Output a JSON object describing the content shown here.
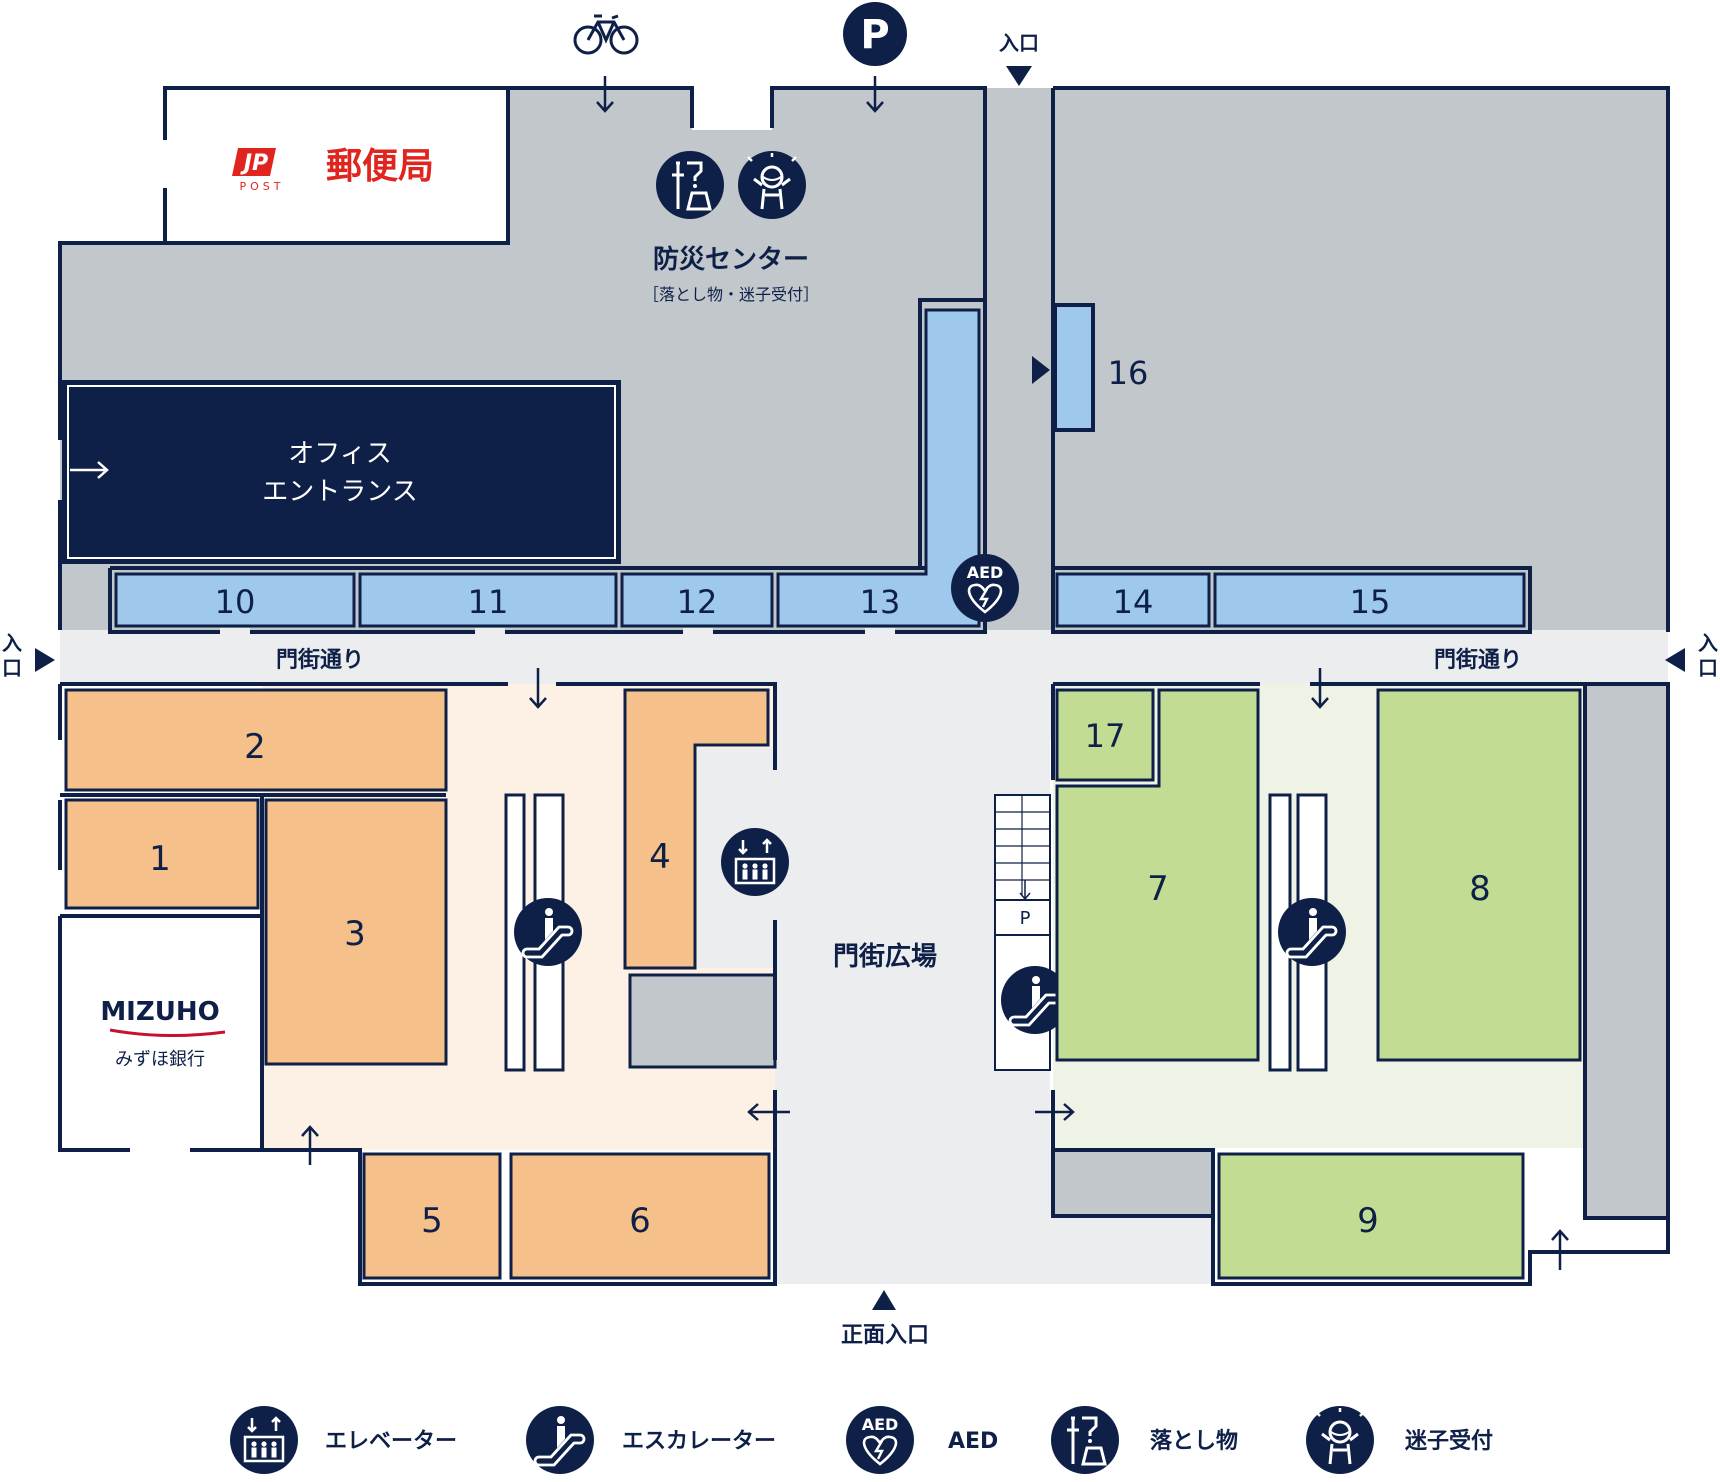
{
  "colors": {
    "navy": "#0f2048",
    "gray": "#c2c7cc",
    "light": "#ecedef",
    "blue": "#9ec8ec",
    "orange": "#f5c08a",
    "cream": "#fcf1e4",
    "green": "#c3dc94",
    "mint": "#eef3e6",
    "jp_red": "#e0251f",
    "mizuho_red": "#c8102e"
  },
  "post_office": {
    "logo_text": "JP",
    "logo_sub": "POST",
    "label": "郵便局"
  },
  "disaster_center": {
    "title": "防災センター",
    "subtitle": "［落とし物・迷子受付］"
  },
  "office_entrance": {
    "line1": "オフィス",
    "line2": "エントランス"
  },
  "bank": {
    "brand": "MIZUHO",
    "name": "みずほ銀行"
  },
  "street_label": "門街通り",
  "plaza_label": "門街広場",
  "entrance_label": "入口",
  "entrance_vertical": [
    "入",
    "口"
  ],
  "front_entrance_label": "正面入口",
  "parking_letter": "P",
  "aed_text": "AED",
  "shops": {
    "s1": "1",
    "s2": "2",
    "s3": "3",
    "s4": "4",
    "s5": "5",
    "s6": "6",
    "s7": "7",
    "s8": "8",
    "s9": "9",
    "s10": "10",
    "s11": "11",
    "s12": "12",
    "s13": "13",
    "s14": "14",
    "s15": "15",
    "s16": "16",
    "s17": "17"
  },
  "legend": [
    {
      "icon": "elevator-icon",
      "label": "エレベーター"
    },
    {
      "icon": "escalator-icon",
      "label": "エスカレーター"
    },
    {
      "icon": "aed-icon",
      "label": "AED"
    },
    {
      "icon": "lost-item-icon",
      "label": "落とし物"
    },
    {
      "icon": "lost-child-icon",
      "label": "迷子受付"
    }
  ]
}
